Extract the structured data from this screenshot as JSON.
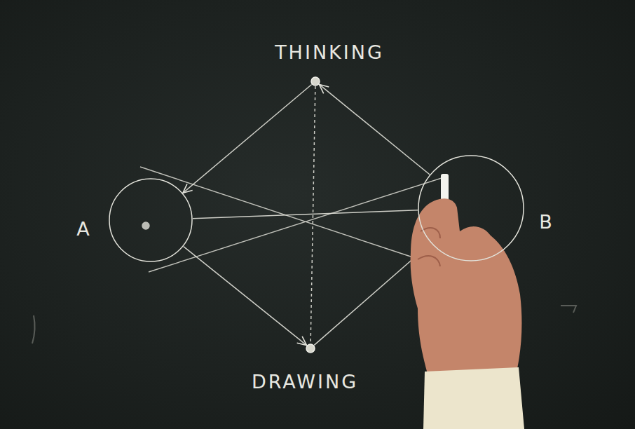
{
  "diagram": {
    "nodes": [
      {
        "text": [
          "THINKING"
        ]
      },
      {
        "text": [
          "A"
        ]
      },
      {
        "text": [
          "B"
        ]
      },
      {
        "text": [
          "DRAWING"
        ]
      }
    ],
    "edges": [
      {
        "from": 0,
        "to": 1,
        "arrow": "to"
      },
      {
        "from": 2,
        "to": 0,
        "arrow": "to"
      },
      {
        "from": 1,
        "to": 3,
        "arrow": "to"
      },
      {
        "from": 3,
        "to": 2,
        "arrow": "none"
      },
      {
        "from": 0,
        "to": 3,
        "arrow": "none"
      },
      {
        "from": 1,
        "to": 2,
        "arrow": "none"
      }
    ]
  }
}
